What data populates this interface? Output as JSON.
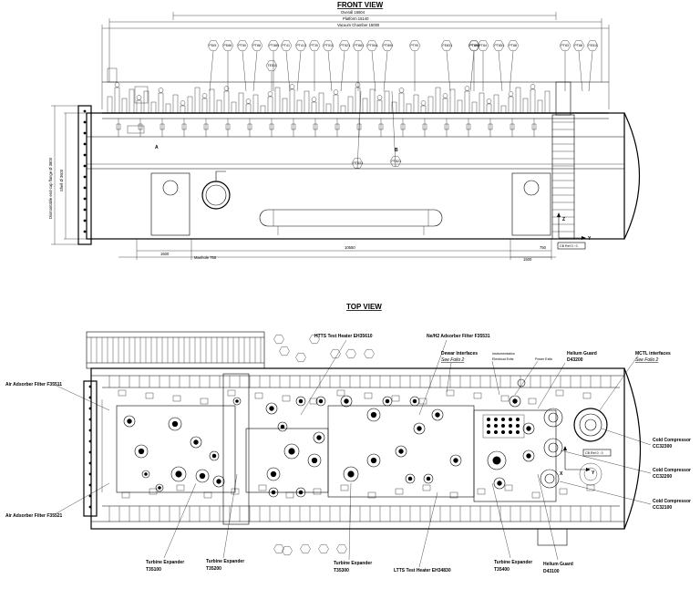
{
  "views": {
    "front_title": "FRONT VIEW",
    "top_title": "TOP VIEW"
  },
  "front": {
    "dims": {
      "overall": "Overall 16604",
      "platform": "Platform 15140",
      "vacuum": "Vacuum Chamber 15000",
      "shell_text": "Dismantable end-cap flange Ø 3800",
      "shell2": "Shell Ø 3600",
      "b1500a": "1500",
      "manhole": "Manhole 750",
      "b10550": "10550",
      "b750": "750",
      "b1500b": "1500",
      "cbref": "CB Ref 0 : 0"
    },
    "axis": {
      "z": "Z",
      "y": "Y"
    },
    "section_a": "A",
    "section_b": "B",
    "tags": [
      "PDI5",
      "PD88",
      "PT50",
      "PT88",
      "PT885",
      "PT41",
      "PT413",
      "PT30",
      "PT511",
      "PT521",
      "PT881",
      "PT50A",
      "PT890",
      "PT90",
      "FE831",
      "PT851",
      "PT84",
      "PT851",
      "PT88",
      "PT83",
      "PT88",
      "FE511",
      "TE511",
      "PT831",
      "PT821",
      "PT891"
    ]
  },
  "top": {
    "labels": {
      "httss": "HTTS Test Heater EH35610",
      "neh2": "Ne/H2 Adsorber Filter F35531",
      "dewar": "Dewar Interfaces",
      "dewar_folio": "See Folio 2",
      "instr": "Instrumentation",
      "elec": "Electrical Exits",
      "power": "Power Exits",
      "helium_guard_top": "Helium Guard",
      "helium_guard_top_id": "D43200",
      "mctl": "MCTL interfaces",
      "mctl_folio": "See Folio 2",
      "air_f1": "Air Adsorber Filter F35511",
      "air_f2": "Air Adsorber Filter F35521",
      "cc1": "Cold Compressor",
      "cc1_id": "CC32300",
      "cc2": "Cold Compressor",
      "cc2_id": "CC32200",
      "cc3": "Cold Compressor",
      "cc3_id": "CC32100",
      "tx1": "Turbine Expander",
      "tx1_id": "T35100",
      "tx2": "Turbine Expander",
      "tx2_id": "T35200",
      "tx3": "Turbine Expander",
      "tx3_id": "T35300",
      "ltts": "LTTS Test Heater EH34830",
      "tx4": "Turbine Expander",
      "tx4_id": "T35400",
      "helium_guard_bot": "Helium Guard",
      "helium_guard_bot_id": "D43100",
      "cbref": "CB Ref 0 : 0",
      "x": "X",
      "y": "Y"
    }
  }
}
